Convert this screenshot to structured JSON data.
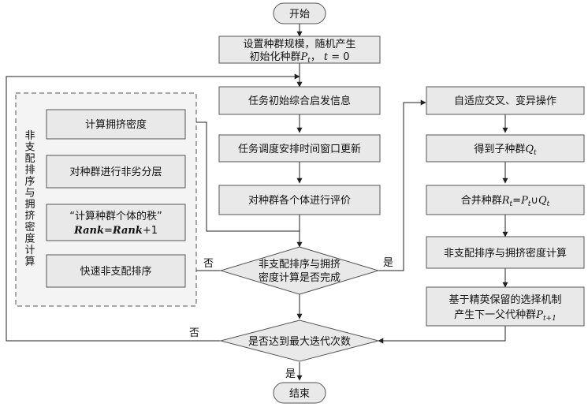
{
  "nodes": {
    "start": "开始",
    "init_line1": "设置种群规模，随机产生",
    "init_line2_pre": "初始化种群",
    "init_var": "P",
    "init_sub": "t",
    "init_line2_post": "，",
    "init_eq_var": "t",
    "init_eq_rest": " = 0",
    "task_info": "任务初始综合启发信息",
    "task_sched": "任务调度安排时间窗口更新",
    "evaluate": "对种群各个体进行评价",
    "decision_nsga_l1": "非支配排序与拥挤",
    "decision_nsga_l2": "密度计算是否完成",
    "decision_iter": "是否达到最大迭代次数",
    "end": "结束",
    "crowd": "计算拥挤密度",
    "layer": "对种群进行非劣分层",
    "rank_l1": "“计算种群个体的秩”",
    "rank_l2_a": "Rank",
    "rank_l2_eq": "=",
    "rank_l2_b": "Rank",
    "rank_l2_c": "+1",
    "fast_sort": "快速非支配排序",
    "group_label": "非支配排序与拥挤密度计算",
    "crossover": "自适应交叉、变异操作",
    "child_pre": "得到子种群",
    "child_var": "Q",
    "child_sub": "t",
    "merge_pre": "合并种群",
    "merge_r": "R",
    "merge_rsub": "t",
    "merge_eq": "=",
    "merge_p": "P",
    "merge_psub": "t",
    "merge_union": "∪",
    "merge_q": "Q",
    "merge_qsub": "t",
    "nsga_right": "非支配排序与拥挤密度计算",
    "elite_l1": "基于精英保留的选择机制",
    "elite_l2_pre": "产生下一父代种群",
    "elite_var": "P",
    "elite_sub": "t+1"
  },
  "edge_labels": {
    "no_left": "否",
    "yes_right": "是",
    "no_iter": "否",
    "yes_end": "是"
  }
}
